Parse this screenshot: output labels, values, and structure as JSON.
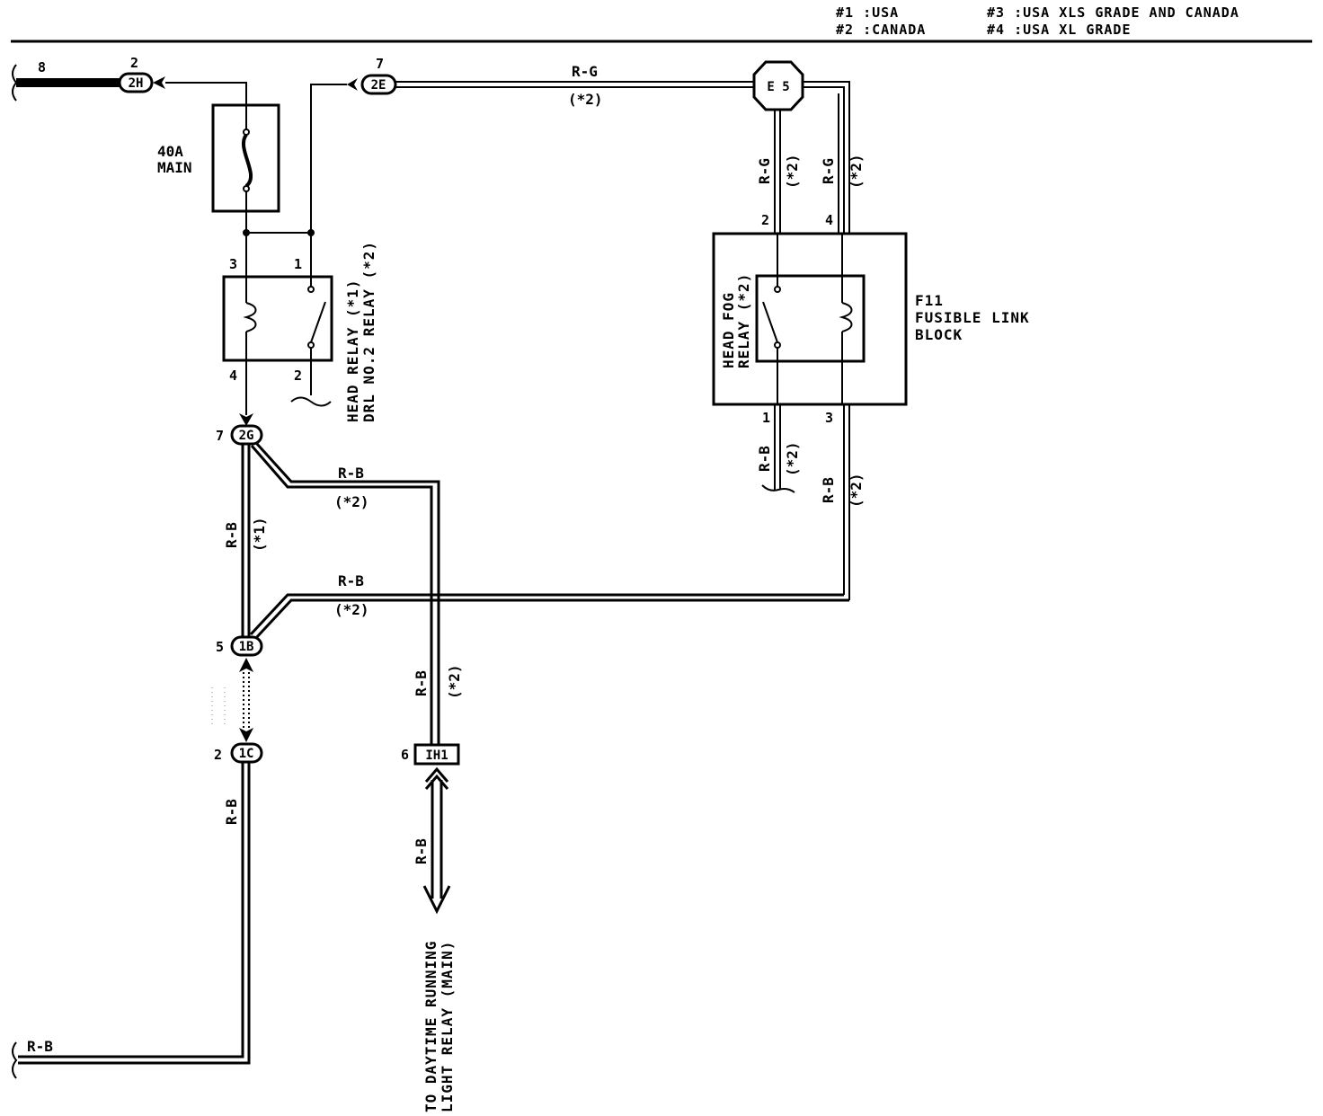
{
  "legend": {
    "note1": "#1 :USA",
    "note2": "#2 :CANADA",
    "note3": "#3 :USA XLS GRADE AND CANADA",
    "note4": "#4 :USA XL GRADE"
  },
  "connectors": {
    "c2H": {
      "id": "2H",
      "pin": "2"
    },
    "c2E": {
      "id": "2E",
      "pin": "7"
    },
    "c2G": {
      "id": "2G",
      "pin": "7"
    },
    "c1B": {
      "id": "1B",
      "pin": "5"
    },
    "c1C": {
      "id": "1C",
      "pin": "2"
    },
    "cIH1": {
      "id": "IH1",
      "pin": "6"
    },
    "cE5": {
      "id": "E 5"
    }
  },
  "pins": {
    "left_wire": "8",
    "relay_p3": "3",
    "relay_p1": "1",
    "relay_p4": "4",
    "relay_p2": "2",
    "fog_p2": "2",
    "fog_p4": "4",
    "fog_p1": "1",
    "fog_p3": "3"
  },
  "components": {
    "fuse_amp": "40A",
    "fuse_name": "MAIN",
    "head_relay_line1": "HEAD RELAY (*1)",
    "head_relay_line2": "DRL NO.2 RELAY (*2)",
    "fog_relay_line1": "HEAD FOG",
    "fog_relay_line2": "RELAY (*2)",
    "fusible_id": "F11",
    "fusible_line1": "FUSIBLE LINK",
    "fusible_line2": "BLOCK",
    "drl_line1": "TO DAYTIME RUNNING",
    "drl_line2": "LIGHT RELAY (MAIN)"
  },
  "wires": {
    "rg_top": "R-G",
    "rg_top_note": "(*2)",
    "rg_v1": "R-G",
    "rg_v1_note": "(*2)",
    "rg_v2": "R-G",
    "rg_v2_note": "(*2)",
    "rb_fog1": "R-B",
    "rb_fog1_note": "(*2)",
    "rb_fog3": "R-B",
    "rb_fog3_note": "(*2)",
    "rb_branch_top": "R-B",
    "rb_branch_top_note": "(*2)",
    "rb_vert_left": "R-B",
    "rb_vert_left_note": "(*1)",
    "rb_branch_mid": "R-B",
    "rb_branch_mid_note": "(*2)",
    "rb_ih1_above": "R-B",
    "rb_ih1_above_note": "(*2)",
    "rb_1c": "R-B",
    "rb_ih1_below": "R-B",
    "rb_bottom": "R-B"
  }
}
